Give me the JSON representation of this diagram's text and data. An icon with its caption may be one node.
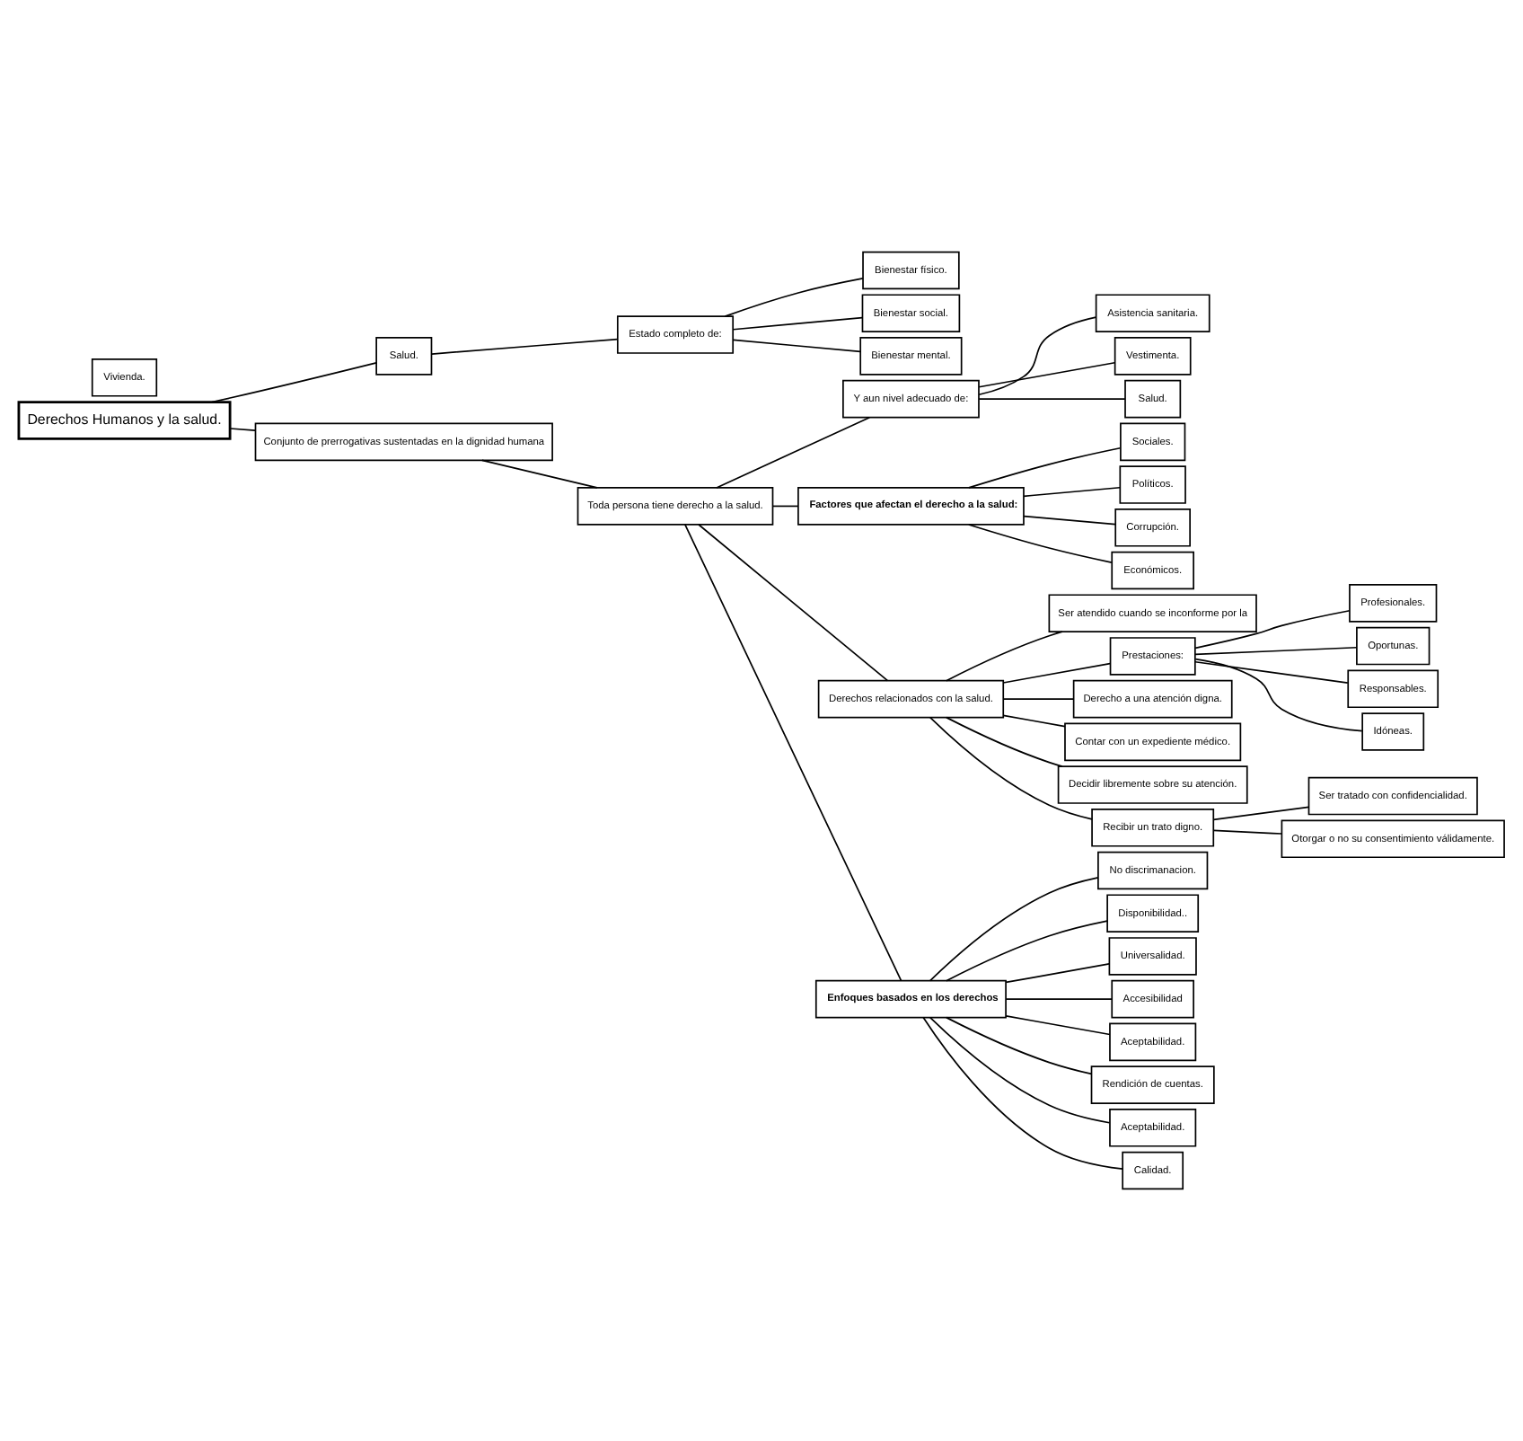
{
  "diagram": {
    "nodes": [
      {
        "text": [
          "Derechos Humanos y la salud."
        ]
      },
      {
        "text": [
          "Salud."
        ]
      },
      {
        "text": [
          "Conjunto de prerrogativas sustentadas en la dignidad humana"
        ]
      },
      {
        "text": [
          "Estado completo de:"
        ]
      },
      {
        "text": [
          "Asistencia sanitaria."
        ]
      },
      {
        "text": [
          "Bienestar físico."
        ]
      },
      {
        "text": [
          "Bienestar social."
        ]
      },
      {
        "text": [
          "Vestimenta."
        ]
      },
      {
        "text": [
          "Toda persona tiene derecho a la salud."
        ]
      },
      {
        "text": [
          "Y aun nivel adecuado de:"
        ]
      },
      {
        "text": [
          "Bienestar mental."
        ]
      },
      {
        "text": [
          "Sociales."
        ]
      },
      {
        "text": [
          "Factores que afectan el derecho a la salud:"
        ]
      },
      {
        "text": [
          "Políticos."
        ]
      },
      {
        "text": [
          "Vivienda."
        ]
      },
      {
        "text": [
          "Salud."
        ]
      },
      {
        "text": [
          "Corrupción."
        ]
      },
      {
        "text": [
          "Económicos."
        ]
      },
      {
        "text": [
          "Derechos relacionados con la salud."
        ]
      },
      {
        "text": [
          "Ser atendido cuando se inconforme por la"
        ]
      },
      {
        "text": [
          "Prestaciones:"
        ]
      },
      {
        "text": [
          "Derecho a una atención digna."
        ]
      },
      {
        "text": [
          "Enfoques basados en los derechos"
        ]
      },
      {
        "text": [
          "Profesionales."
        ]
      },
      {
        "text": [
          "Contar con un expediente médico."
        ]
      },
      {
        "text": [
          "No discrimanacion."
        ]
      },
      {
        "text": [
          "Oportunas."
        ]
      },
      {
        "text": [
          "Disponibilidad.."
        ]
      },
      {
        "text": [
          "Responsables."
        ]
      },
      {
        "text": [
          "Decidir libremente sobre su atención."
        ]
      },
      {
        "text": [
          "Universalidad."
        ]
      },
      {
        "text": [
          "Accesibilidad"
        ]
      },
      {
        "text": [
          "Idóneas."
        ]
      },
      {
        "text": [
          "Recibir un trato digno."
        ]
      },
      {
        "text": [
          "Aceptabilidad."
        ]
      },
      {
        "text": [
          "Ser tratado con confidencialidad."
        ]
      },
      {
        "text": [
          "Otorgar o no su consentimiento válidamente."
        ]
      },
      {
        "text": [
          "Rendición de cuentas."
        ]
      },
      {
        "text": [
          "Aceptabilidad."
        ]
      },
      {
        "text": [
          "Calidad."
        ]
      }
    ],
    "edges": [
      {
        "from": 0,
        "to": 1,
        "arrow": "none"
      },
      {
        "from": 0,
        "to": 2,
        "arrow": "none"
      },
      {
        "from": 1,
        "to": 3,
        "arrow": "none"
      },
      {
        "from": 3,
        "to": 5,
        "arrow": "none"
      },
      {
        "from": 3,
        "to": 6,
        "arrow": "none"
      },
      {
        "from": 3,
        "to": 10,
        "arrow": "none"
      },
      {
        "from": 2,
        "to": 8,
        "arrow": "none"
      },
      {
        "from": 8,
        "to": 9,
        "arrow": "none"
      },
      {
        "from": 9,
        "to": 4,
        "arrow": "none"
      },
      {
        "from": 9,
        "to": 7,
        "arrow": "none"
      },
      {
        "from": 9,
        "to": 15,
        "arrow": "none"
      },
      {
        "from": 8,
        "to": 12,
        "arrow": "none"
      },
      {
        "from": 12,
        "to": 11,
        "arrow": "none"
      },
      {
        "from": 12,
        "to": 13,
        "arrow": "none"
      },
      {
        "from": 12,
        "to": 16,
        "arrow": "none"
      },
      {
        "from": 12,
        "to": 17,
        "arrow": "none"
      },
      {
        "from": 8,
        "to": 18,
        "arrow": "none"
      },
      {
        "from": 8,
        "to": 22,
        "arrow": "none"
      },
      {
        "from": 18,
        "to": 19,
        "arrow": "none"
      },
      {
        "from": 18,
        "to": 20,
        "arrow": "none"
      },
      {
        "from": 18,
        "to": 21,
        "arrow": "none"
      },
      {
        "from": 18,
        "to": 24,
        "arrow": "none"
      },
      {
        "from": 18,
        "to": 29,
        "arrow": "none"
      },
      {
        "from": 18,
        "to": 33,
        "arrow": "none"
      },
      {
        "from": 20,
        "to": 23,
        "arrow": "none"
      },
      {
        "from": 20,
        "to": 26,
        "arrow": "none"
      },
      {
        "from": 20,
        "to": 28,
        "arrow": "none"
      },
      {
        "from": 20,
        "to": 32,
        "arrow": "none"
      },
      {
        "from": 33,
        "to": 36,
        "arrow": "none"
      },
      {
        "from": 33,
        "to": 35,
        "arrow": "none"
      },
      {
        "from": 22,
        "to": 25,
        "arrow": "none"
      },
      {
        "from": 22,
        "to": 27,
        "arrow": "none"
      },
      {
        "from": 22,
        "to": 30,
        "arrow": "none"
      },
      {
        "from": 22,
        "to": 31,
        "arrow": "none"
      },
      {
        "from": 22,
        "to": 34,
        "arrow": "none"
      },
      {
        "from": 22,
        "to": 37,
        "arrow": "none"
      },
      {
        "from": 22,
        "to": 38,
        "arrow": "none"
      },
      {
        "from": 22,
        "to": 39,
        "arrow": "none"
      }
    ]
  }
}
